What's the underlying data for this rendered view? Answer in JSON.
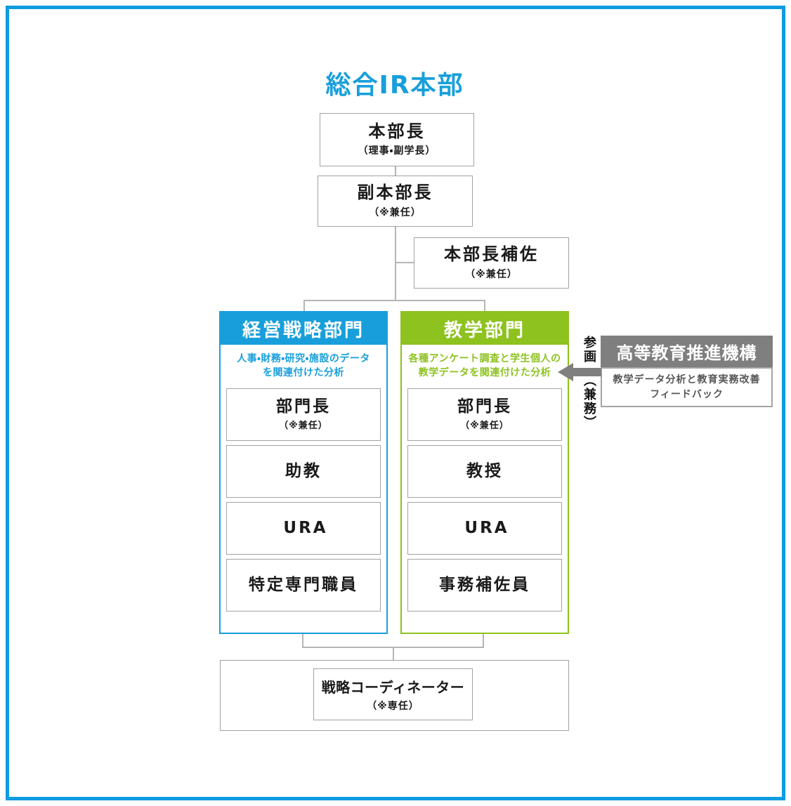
{
  "page": {
    "title": "総合IR本部"
  },
  "hierarchy": {
    "head": {
      "title": "本部長",
      "note": "（理事・副学長）"
    },
    "deputy_head": {
      "title": "副本部長",
      "note": "（※兼任）"
    },
    "assistant": {
      "title": "本部長補佐",
      "note": "（※兼任）"
    }
  },
  "departments": [
    {
      "name": "経営戦略部門",
      "desc_line1": "人事・財務・研究・施設のデータ",
      "desc_line2": "を関連付けた分析",
      "accent_color": "#189fdb",
      "members": [
        {
          "title": "部門長",
          "note": "（※兼任）"
        },
        {
          "title": "助教"
        },
        {
          "title": "URA"
        },
        {
          "title": "特定専門職員"
        }
      ]
    },
    {
      "name": "教学部門",
      "desc_line1": "各種アンケート調査と学生個人の",
      "desc_line2": "教学データを関連付けた分析",
      "accent_color": "#8dc21f",
      "members": [
        {
          "title": "部門長",
          "note": "（※兼任）"
        },
        {
          "title": "教授"
        },
        {
          "title": "URA"
        },
        {
          "title": "事務補佐員"
        }
      ]
    }
  ],
  "external_org": {
    "name": "高等教育推進機構",
    "desc_line1": "教学データ分析と教育実務改善",
    "desc_line2": "フィードバック",
    "relation_label_part1": "参画",
    "relation_label_part2": "（兼務）"
  },
  "coordinator": {
    "title": "戦略コーディネーター",
    "note": "（※専任）"
  },
  "colors": {
    "frame_blue": "#0d9ce1",
    "management_blue": "#189fdb",
    "education_green": "#8dc21f",
    "external_gray": "#7f7f7f",
    "connector_gray": "#b5b5b5"
  }
}
